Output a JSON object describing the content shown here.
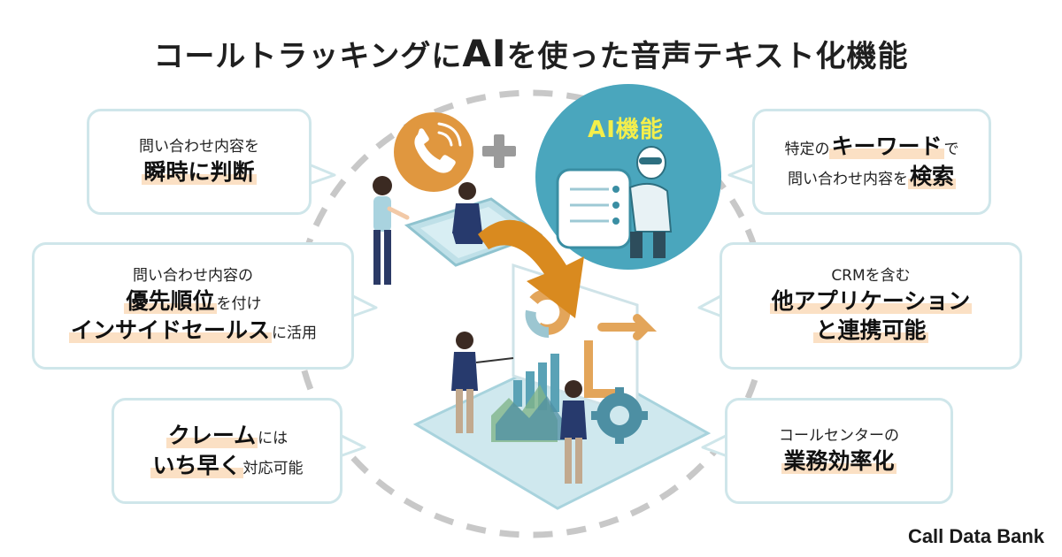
{
  "title_pre": "コールトラッキングに",
  "title_ai": "AI",
  "title_post": "を使った音声テキスト化機能",
  "ai_label": "AI機能",
  "brand": "Call Data Bank",
  "bubbles": {
    "judge": {
      "line1": "問い合わせ内容を",
      "line2": "瞬時に判断"
    },
    "priority": {
      "line1": "問い合わせ内容の",
      "line2_bold": "優先順位",
      "line2_rest": "を付け",
      "line3_bold": "インサイドセールス",
      "line3_rest": "に活用"
    },
    "claim": {
      "line1_bold": "クレーム",
      "line1_rest": "には",
      "line2_bold": "いち早く",
      "line2_rest": "対応可能"
    },
    "keyword": {
      "line1_pre": "特定の",
      "line1_bold": "キーワード",
      "line1_post": "で",
      "line2_pre": "問い合わせ内容を",
      "line2_bold": "検索"
    },
    "crm": {
      "line1": "CRMを含む",
      "line2": "他アプリケーション",
      "line3": "と連携可能"
    },
    "efficiency": {
      "line1": "コールセンターの",
      "line2": "業務効率化"
    }
  },
  "icons": [
    "phone-icon",
    "plus-icon",
    "robot-icon",
    "gear-icon",
    "arrow-icon"
  ]
}
